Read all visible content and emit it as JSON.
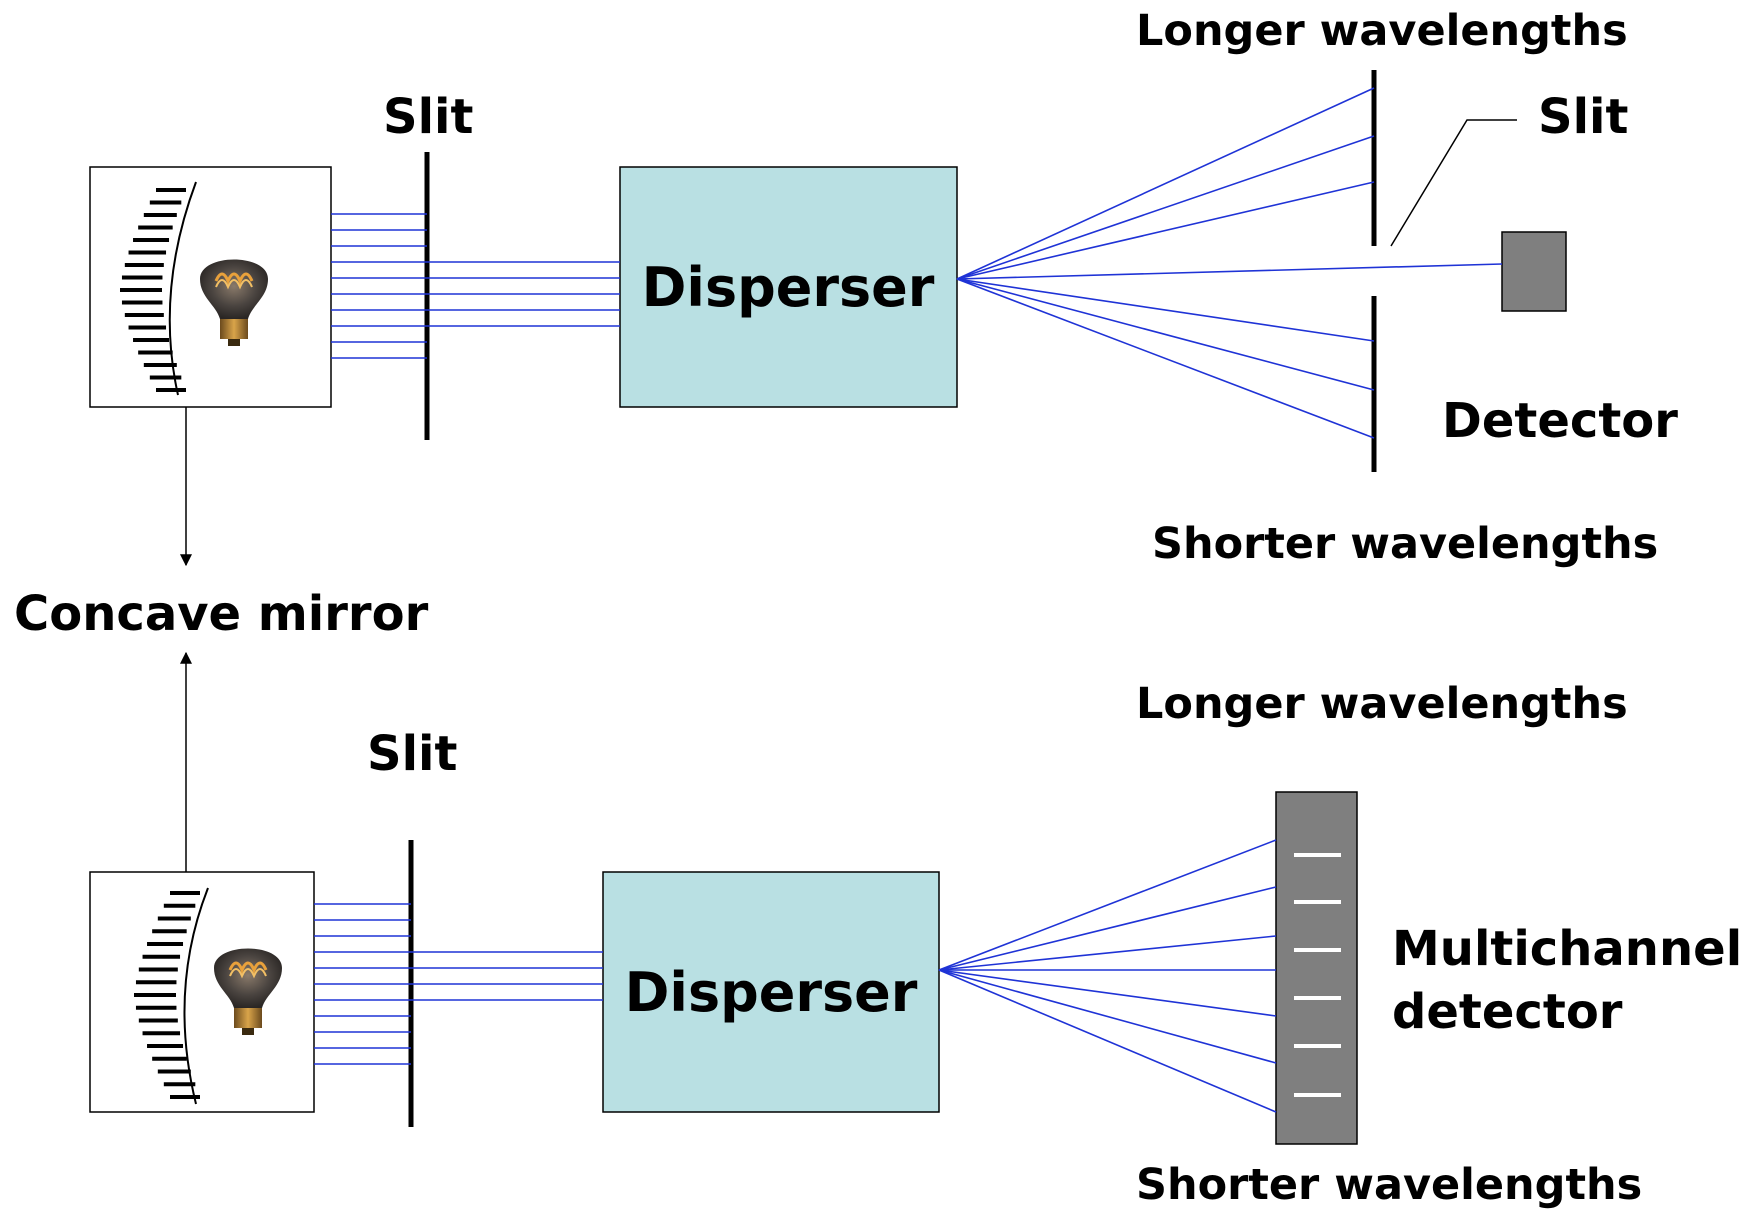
{
  "colors": {
    "disperser_fill": "#b9e0e3",
    "ray": "#1f33d6",
    "detector_fill": "#7f7f7f",
    "bulb_glow": "#e9a13b"
  },
  "top": {
    "slit_label": "Slit",
    "disperser_label": "Disperser",
    "longer_label": "Longer wavelengths",
    "shorter_label": "Shorter wavelengths",
    "exit_slit_label": "Slit",
    "detector_label": "Detector"
  },
  "middle": {
    "mirror_label": "Concave mirror"
  },
  "bottom": {
    "slit_label": "Slit",
    "disperser_label": "Disperser",
    "longer_label": "Longer wavelengths",
    "shorter_label": "Shorter wavelengths",
    "detector_label_line1": "Multichannel",
    "detector_label_line2": "detector"
  },
  "icons": [
    "lightbulb-icon",
    "concave-mirror-icon",
    "arrow-icon"
  ]
}
